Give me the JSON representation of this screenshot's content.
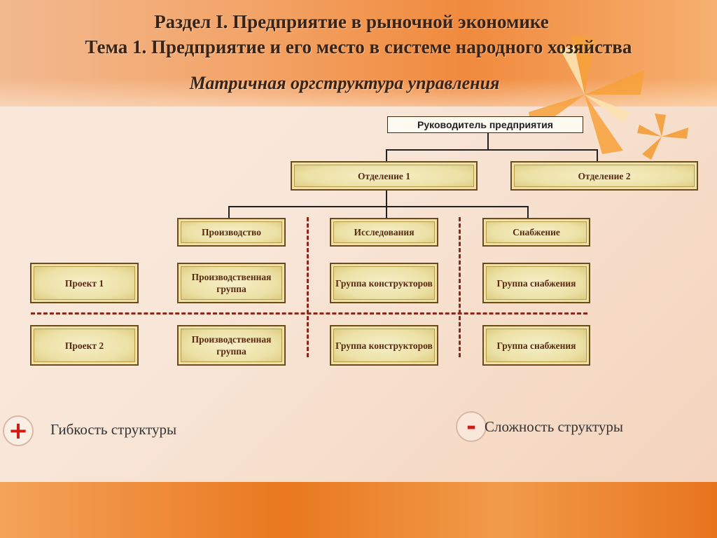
{
  "title": {
    "section": "Раздел I. Предприятие в рыночной экономике",
    "topic": "Тема 1. Предприятие и  его место в системе народного хозяйства",
    "subtitle": "Матричная оргструктура управления"
  },
  "diagram": {
    "head": "Руководитель предприятия",
    "divisions": [
      "Отделение 1",
      "Отделение 2"
    ],
    "functions": [
      "Производство",
      "Исследования",
      "Снабжение"
    ],
    "projects": [
      "Проект 1",
      "Проект 2"
    ],
    "cells": {
      "production": "Производственная группа",
      "research": "Группа конструкторов",
      "supply": "Группа снабжения"
    }
  },
  "evaluation": {
    "plus_sign": "+",
    "plus_text": "Гибкость структуры",
    "minus_sign": "-",
    "minus_text": "Сложность структуры"
  },
  "colors": {
    "header": "#f08a3d",
    "box_border": "#6b4b1a",
    "box_fill": "#ece1a6",
    "box_text": "#5a2a10",
    "dashed_lines": "#8b2a1c",
    "sign": "#d01a14"
  }
}
